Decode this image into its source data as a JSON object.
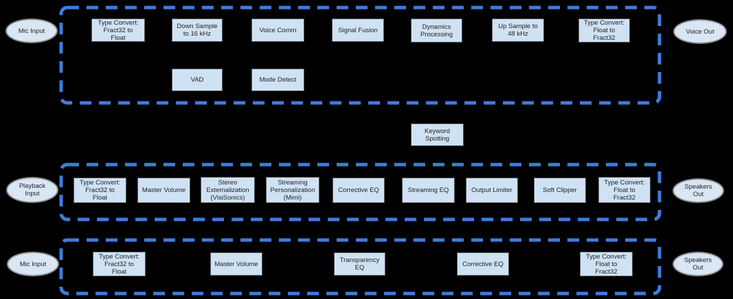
{
  "colors": {
    "background": "#000000",
    "pipeline_border": "#3e7cdd",
    "block_fill": "#cfe2f3",
    "block_border": "#58585a",
    "terminal_fill": "#d9e6f4",
    "terminal_border": "#8f8f8f",
    "text": "#1f1f1f"
  },
  "sections": [
    {
      "name": "voice-processing-chain",
      "input": {
        "label": "Mic Input"
      },
      "output": {
        "label": "Voice Out"
      },
      "blocks": [
        {
          "label": "Type Convert:\nFract32 to\nFloat"
        },
        {
          "label": "Down Sample\nto 16 kHz"
        },
        {
          "label": "Voice Comm"
        },
        {
          "label": "Signal Fusion"
        },
        {
          "label": "Dynamics\nProcessing"
        },
        {
          "label": "Up Sample to\n48 kHz"
        },
        {
          "label": "Type Convert:\nFloat to\nFract32"
        },
        {
          "label": "VAD"
        },
        {
          "label": "Mode Detect"
        }
      ]
    },
    {
      "name": "playback-processing-chain",
      "input": {
        "label": "Playback\nInput"
      },
      "output": {
        "label": "Speakers\nOut"
      },
      "blocks": [
        {
          "label": "Type Convert:\nFract32 to\nFloat"
        },
        {
          "label": "Master Volume"
        },
        {
          "label": "Stereo\nExternalization\n(VisiSonics)"
        },
        {
          "label": "Streaming\nPersonalization\n(Mimi)"
        },
        {
          "label": "Corrective EQ"
        },
        {
          "label": "Streaming EQ"
        },
        {
          "label": "Output Limiter"
        },
        {
          "label": "Soft Clipper"
        },
        {
          "label": "Type Convert:\nFloat to\nFract32"
        }
      ]
    },
    {
      "name": "mic-transparency-chain",
      "input": {
        "label": "Mic Input"
      },
      "output": {
        "label": "Speakers\nOut"
      },
      "blocks": [
        {
          "label": "Type Convert:\nFract32 to\nFloat"
        },
        {
          "label": "Master Volume"
        },
        {
          "label": "Transparency\nEQ"
        },
        {
          "label": "Corrective EQ"
        },
        {
          "label": "Type Convert:\nFloat to\nFract32"
        }
      ]
    }
  ],
  "standalone_block": {
    "label": "Keyword\nSpotting"
  }
}
